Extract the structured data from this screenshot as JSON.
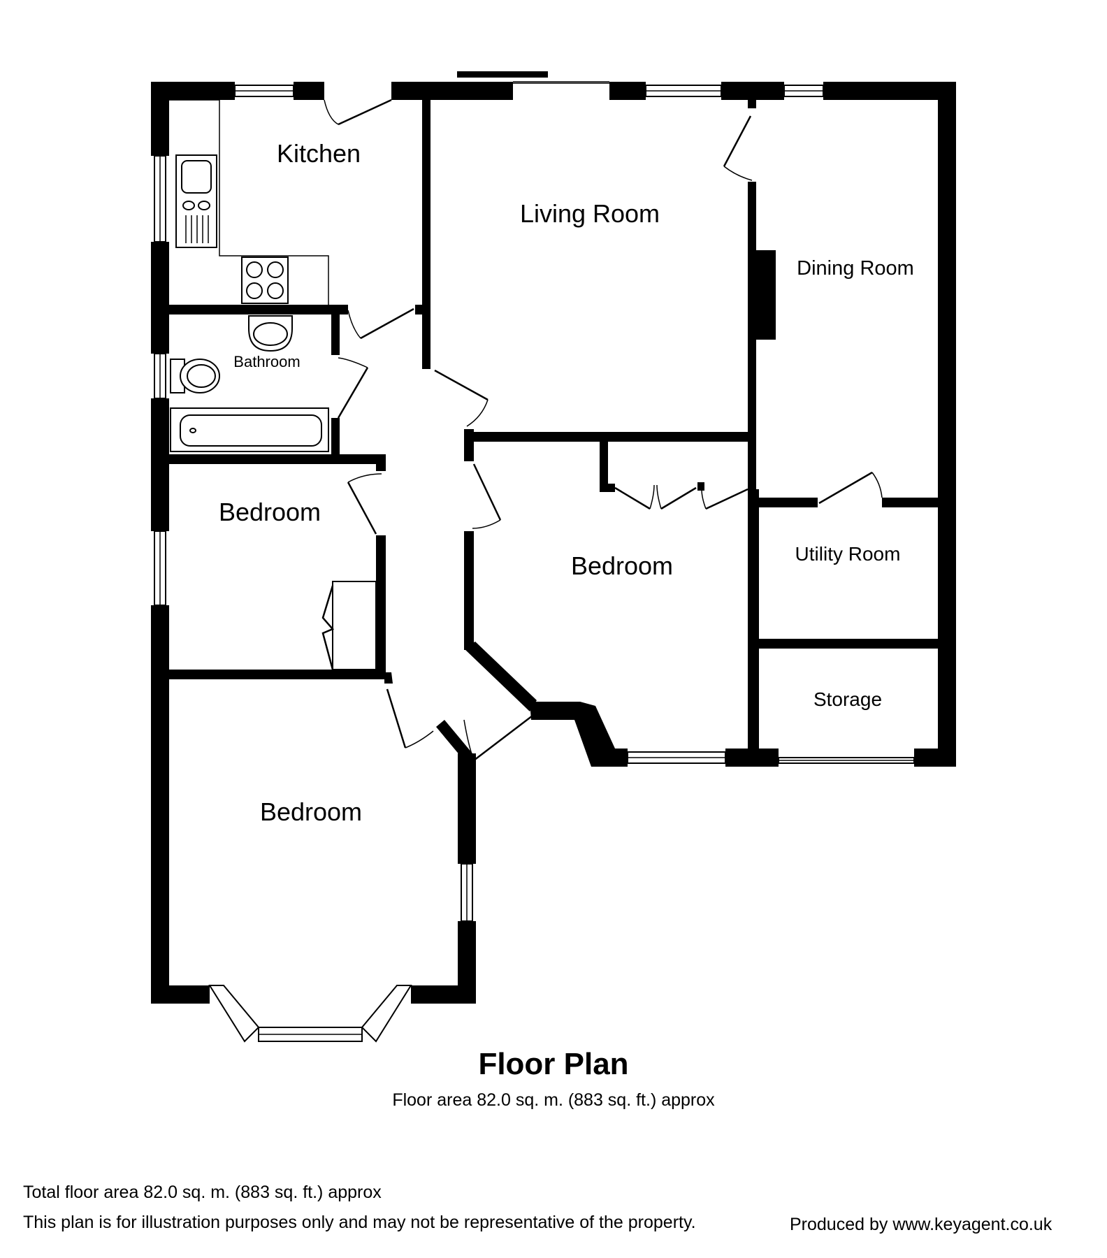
{
  "rooms": {
    "kitchen": "Kitchen",
    "living_room": "Living Room",
    "dining_room": "Dining Room",
    "bathroom": "Bathroom",
    "bedroom_1": "Bedroom",
    "bedroom_2": "Bedroom",
    "bedroom_3": "Bedroom",
    "utility_room": "Utility Room",
    "storage": "Storage"
  },
  "plan": {
    "title": "Floor Plan",
    "area": "Floor area 82.0 sq. m. (883 sq. ft.) approx"
  },
  "footer": {
    "total_area": "Total floor area 82.0 sq. m. (883 sq. ft.) approx",
    "disclaimer": "This plan is for illustration purposes only and may not be representative of the property.",
    "producer": "Produced by www.keyagent.co.uk"
  }
}
